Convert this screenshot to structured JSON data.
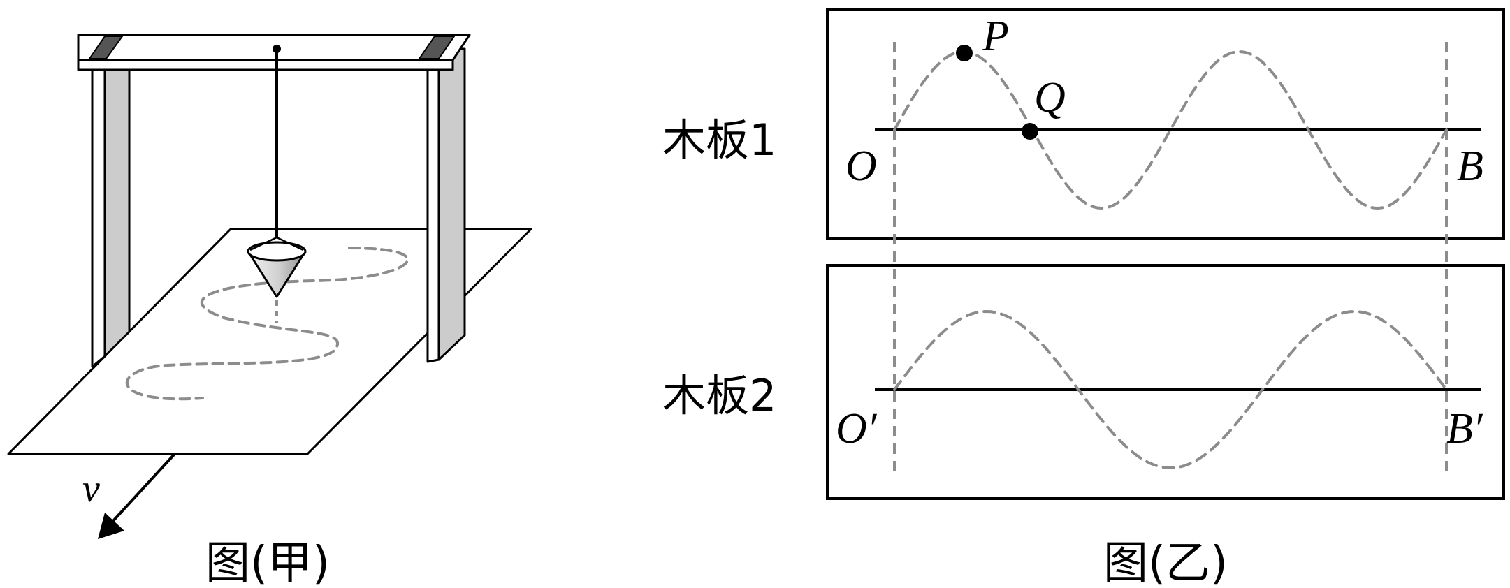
{
  "figure_left": {
    "caption": "图(甲)",
    "velocity_label": "v"
  },
  "figure_right": {
    "caption": "图(乙)",
    "board1": {
      "label": "木板1",
      "start_label": "O",
      "end_label": "B",
      "point_p": "P",
      "point_q": "Q"
    },
    "board2": {
      "label": "木板2",
      "start_label": "O′",
      "end_label": "B′"
    }
  },
  "colors": {
    "stroke": "#000000",
    "trace": "#8c8c8c",
    "leg_fill": "#cccccc",
    "cone_light": "#f2f2f2",
    "cone_dark": "#8f8f8f"
  }
}
